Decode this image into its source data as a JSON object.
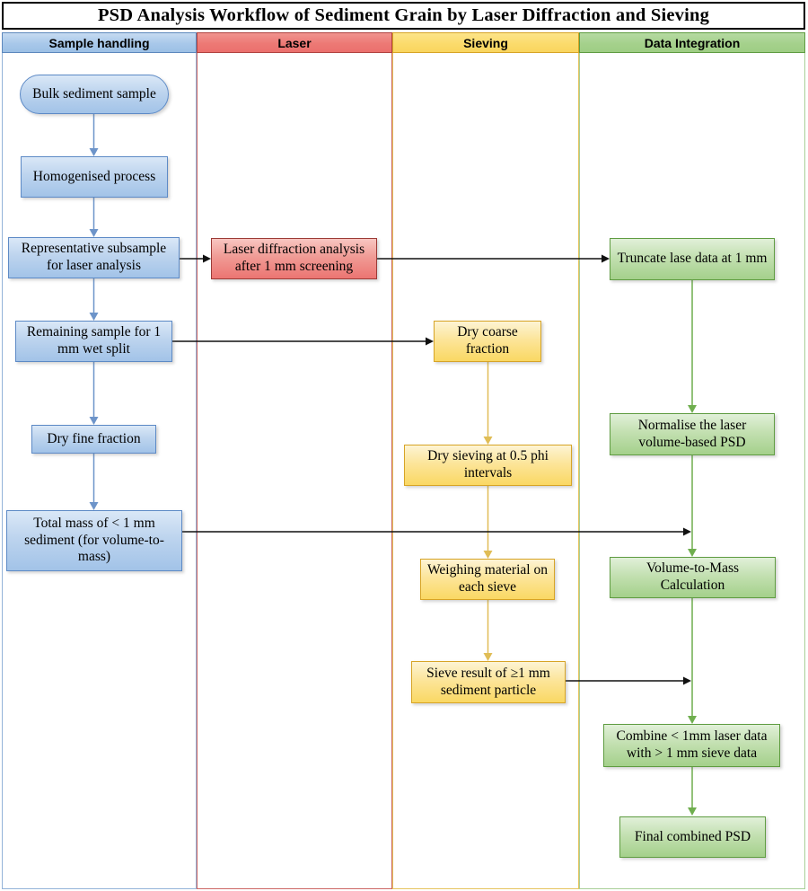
{
  "title": "PSD Analysis Workflow of Sediment Grain by Laser Diffraction and Sieving",
  "lanes": [
    {
      "label": "Sample handling",
      "colors": {
        "header": "#a8c8ea",
        "border": "#5d88bd",
        "arrow": "#6d94c9"
      },
      "nodes": [
        "Bulk sediment sample",
        "Homogenised process",
        "Representative subsample for laser analysis",
        "Remaining sample for 1 mm wet split",
        "Dry fine fraction",
        "Total mass of < 1 mm sediment (for volume-to-mass)"
      ]
    },
    {
      "label": "Laser",
      "colors": {
        "header": "#ed7975",
        "border": "#b04340",
        "arrow": "#111111"
      },
      "nodes": [
        "Laser diffraction analysis after 1 mm screening"
      ]
    },
    {
      "label": "Sieving",
      "colors": {
        "header": "#fbdb6c",
        "border": "#d7a426",
        "arrow": "#e0bd56"
      },
      "nodes": [
        "Dry coarse fraction",
        "Dry sieving at 0.5 phi intervals",
        "Weighing material on each sieve",
        "Sieve result of ≥1 mm sediment particle"
      ]
    },
    {
      "label": "Data Integration",
      "colors": {
        "header": "#a5d18c",
        "border": "#5f9c41",
        "arrow": "#6fae4e"
      },
      "nodes": [
        "Truncate lase data at 1 mm",
        "Normalise the laser volume-based PSD",
        "Volume-to-Mass Calculation",
        "Combine < 1mm laser data with > 1 mm sieve data",
        "Final combined PSD"
      ]
    }
  ],
  "edges": [
    {
      "from": "Bulk sediment sample",
      "to": "Homogenised process"
    },
    {
      "from": "Homogenised process",
      "to": "Representative subsample for laser analysis"
    },
    {
      "from": "Representative subsample for laser analysis",
      "to": "Remaining sample for 1 mm wet split"
    },
    {
      "from": "Remaining sample for 1 mm wet split",
      "to": "Dry fine fraction"
    },
    {
      "from": "Dry fine fraction",
      "to": "Total mass of < 1 mm sediment (for volume-to-mass)"
    },
    {
      "from": "Representative subsample for laser analysis",
      "to": "Laser diffraction analysis after 1 mm screening"
    },
    {
      "from": "Laser diffraction analysis after 1 mm screening",
      "to": "Truncate lase data at 1 mm"
    },
    {
      "from": "Remaining sample for 1 mm wet split",
      "to": "Dry coarse fraction"
    },
    {
      "from": "Dry coarse fraction",
      "to": "Dry sieving at 0.5 phi intervals"
    },
    {
      "from": "Dry sieving at 0.5 phi intervals",
      "to": "Weighing material on each sieve"
    },
    {
      "from": "Weighing material on each sieve",
      "to": "Sieve result of ≥1 mm sediment particle"
    },
    {
      "from": "Total mass of < 1 mm sediment (for volume-to-mass)",
      "to": "Volume-to-Mass Calculation"
    },
    {
      "from": "Sieve result of ≥1 mm sediment particle",
      "to": "Combine < 1mm laser data with > 1 mm sieve data"
    },
    {
      "from": "Truncate lase data at 1 mm",
      "to": "Normalise the laser volume-based PSD"
    },
    {
      "from": "Normalise the laser volume-based PSD",
      "to": "Volume-to-Mass Calculation"
    },
    {
      "from": "Volume-to-Mass Calculation",
      "to": "Combine < 1mm laser data with > 1 mm sieve data"
    },
    {
      "from": "Combine < 1mm laser data with > 1 mm sieve data",
      "to": "Final combined PSD"
    }
  ]
}
